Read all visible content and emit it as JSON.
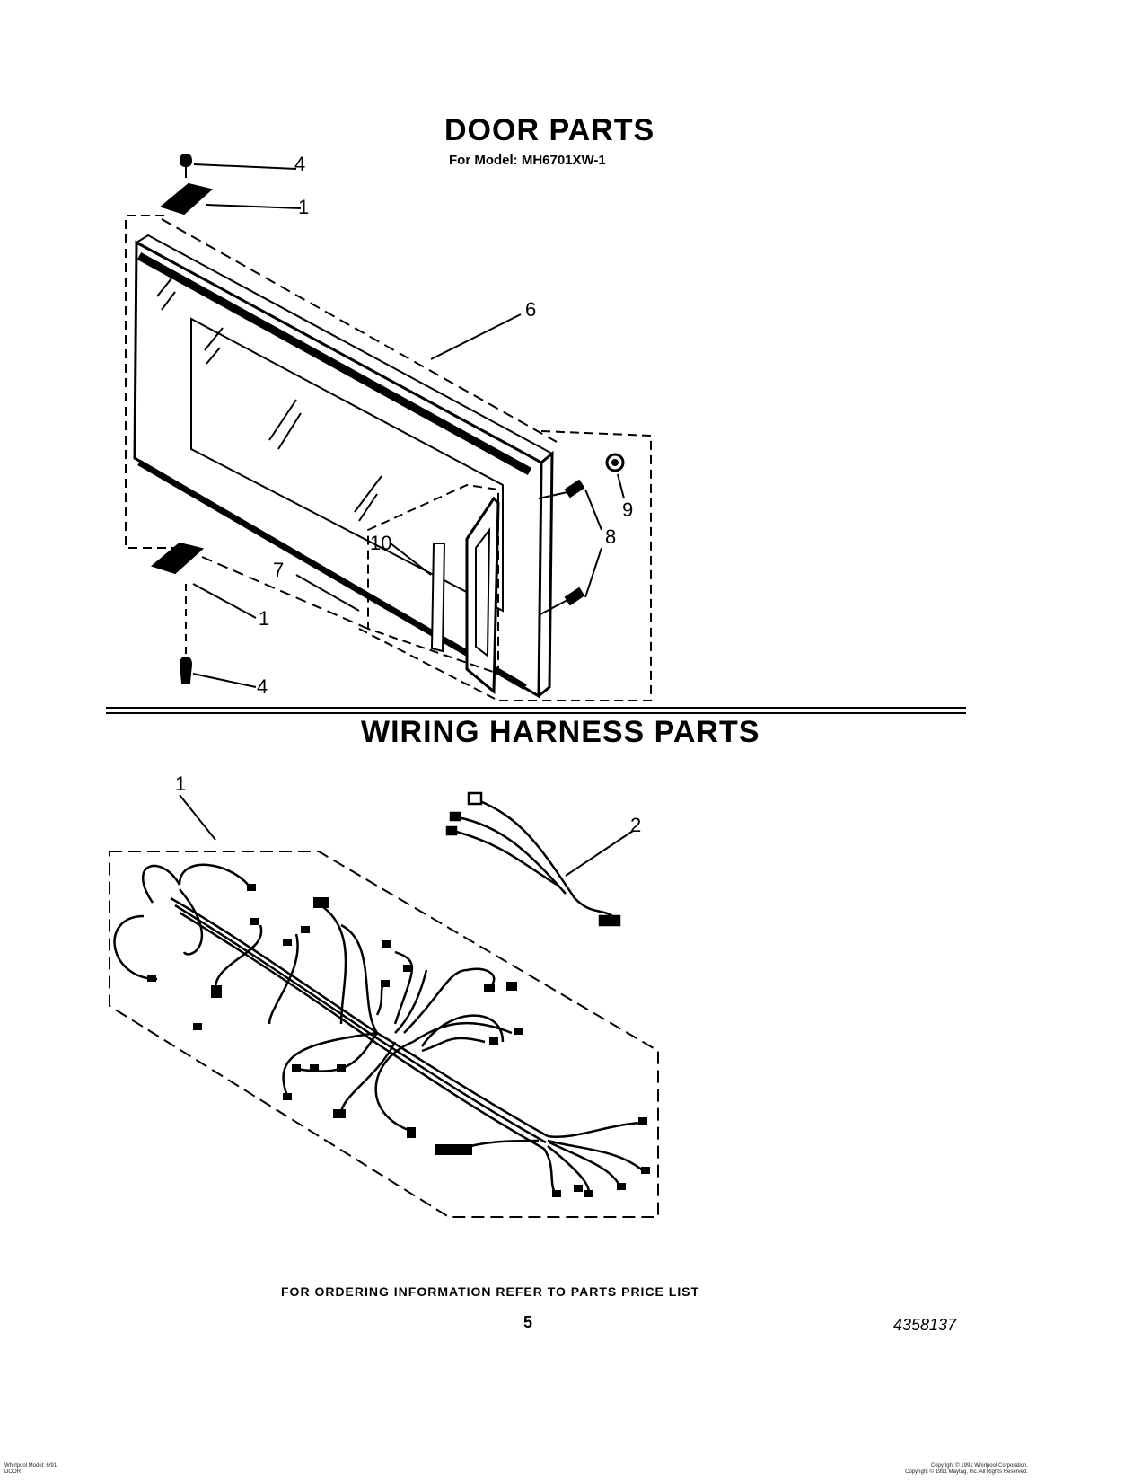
{
  "door_section": {
    "title": "DOOR PARTS",
    "model_line": "For Model: MH6701XW-1",
    "callouts": [
      {
        "id": "c4a",
        "label": "4"
      },
      {
        "id": "c1a",
        "label": "1"
      },
      {
        "id": "c6",
        "label": "6"
      },
      {
        "id": "c9",
        "label": "9"
      },
      {
        "id": "c8",
        "label": "8"
      },
      {
        "id": "c10",
        "label": "10"
      },
      {
        "id": "c7",
        "label": "7"
      },
      {
        "id": "c1b",
        "label": "1"
      },
      {
        "id": "c4b",
        "label": "4"
      }
    ]
  },
  "wiring_section": {
    "title": "WIRING HARNESS PARTS",
    "callouts": [
      {
        "id": "w1",
        "label": "1"
      },
      {
        "id": "w2",
        "label": "2"
      }
    ]
  },
  "footer": {
    "ordering_note": "FOR ORDERING INFORMATION REFER TO PARTS PRICE LIST",
    "page_number": "5",
    "doc_number": "4358137",
    "left_fineprint": [
      "Whirlpool Model: 6/91",
      "DOOR"
    ],
    "right_fineprint": [
      "Copyright © 1991 Whirlpool Corporation.",
      "Copyright © 1991 Maytag, Inc. All Rights Reserved."
    ]
  }
}
